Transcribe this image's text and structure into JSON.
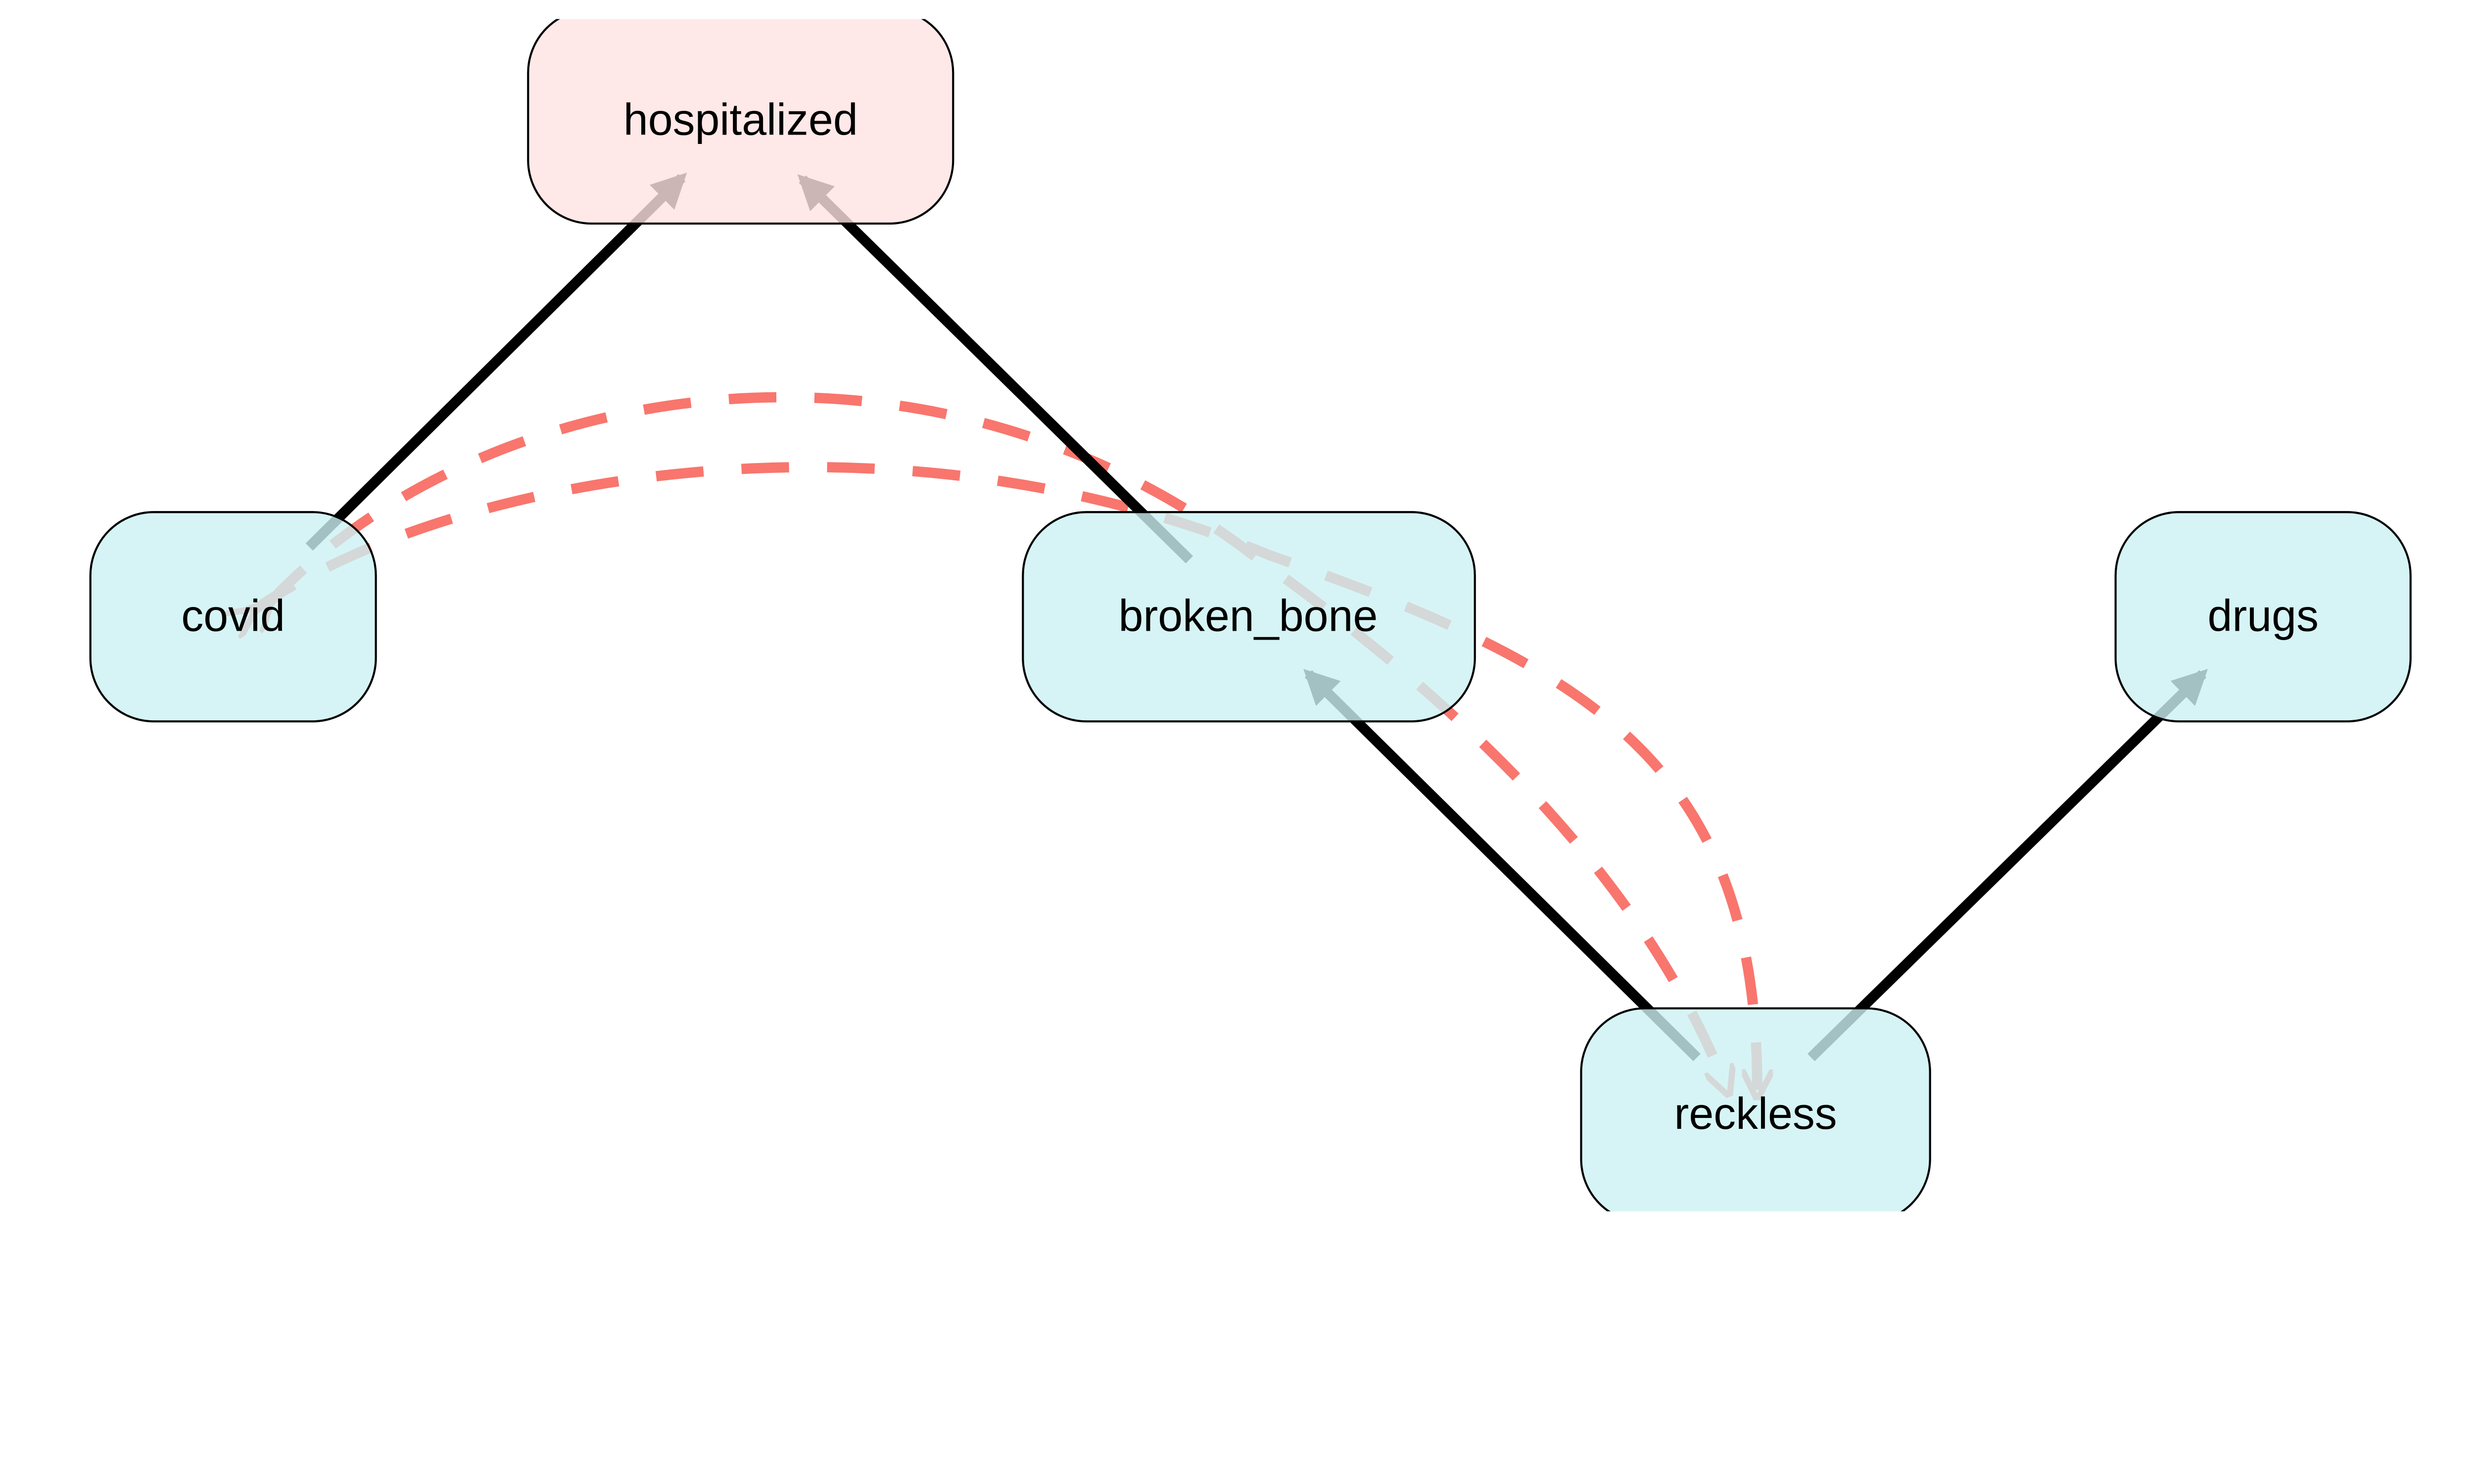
{
  "diagram": {
    "nodes": [
      {
        "id": "hospitalized",
        "label": "hospitalized",
        "fill": "#ffe2e2"
      },
      {
        "id": "covid",
        "label": "covid",
        "fill": "#ccf1f2"
      },
      {
        "id": "broken_bone",
        "label": "broken_bone",
        "fill": "#ccf1f2"
      },
      {
        "id": "drugs",
        "label": "drugs",
        "fill": "#ccf1f2"
      },
      {
        "id": "reckless",
        "label": "reckless",
        "fill": "#ccf1f2"
      }
    ],
    "directed_edges": [
      {
        "from": "covid",
        "to": "hospitalized"
      },
      {
        "from": "broken_bone",
        "to": "hospitalized"
      },
      {
        "from": "reckless",
        "to": "broken_bone"
      },
      {
        "from": "reckless",
        "to": "drugs"
      }
    ],
    "bidirected_edges": [
      {
        "from": "covid",
        "to": "reckless"
      },
      {
        "from": "covid",
        "to": "reckless"
      }
    ],
    "colors": {
      "directed_edge": "#000000",
      "bidirected_edge": "#f8766d",
      "outcome_node": "#ffe2e2",
      "other_node": "#ccf1f2"
    }
  }
}
